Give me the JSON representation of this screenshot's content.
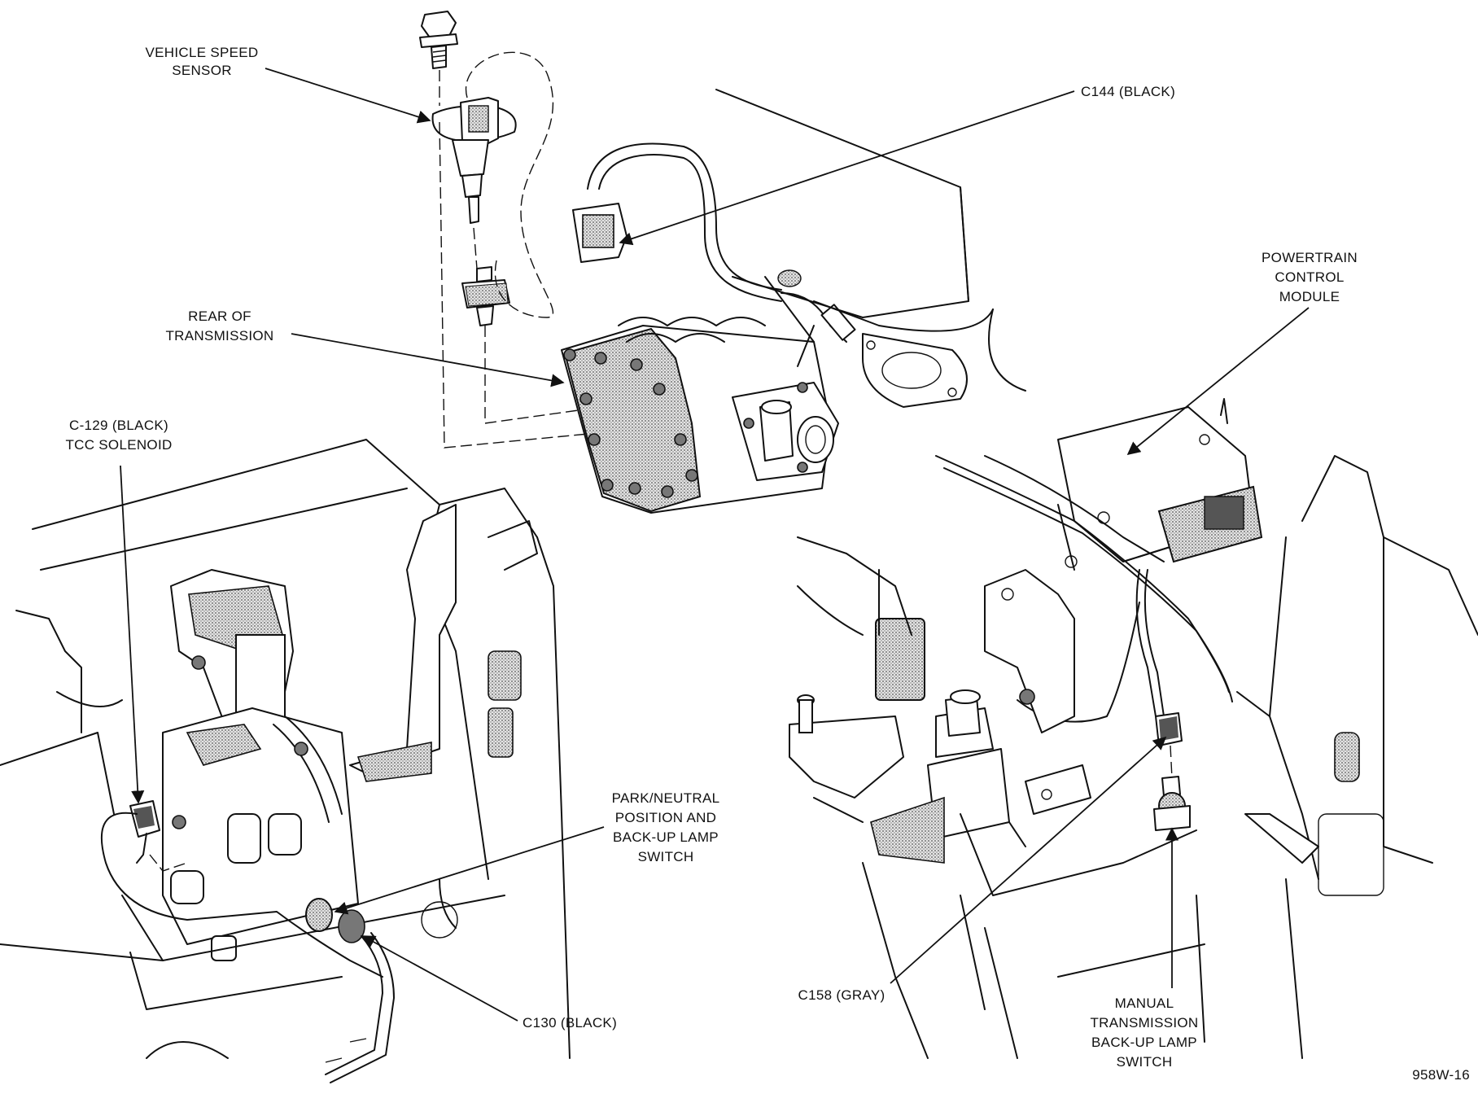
{
  "figure_id": "958W-16",
  "labels": {
    "vehicle_speed_sensor": [
      "VEHICLE SPEED",
      "SENSOR"
    ],
    "c144": "C144 (BLACK)",
    "powertrain_control_module": [
      "POWERTRAIN",
      "CONTROL",
      "MODULE"
    ],
    "rear_of_transmission": [
      "REAR OF",
      "TRANSMISSION"
    ],
    "c129": [
      "C-129 (BLACK)",
      "TCC SOLENOID"
    ],
    "park_neutral_switch": [
      "PARK/NEUTRAL",
      "POSITION AND",
      "BACK-UP LAMP",
      "SWITCH"
    ],
    "c130": "C130 (BLACK)",
    "c158": "C158 (GRAY)",
    "manual_backup_switch": [
      "MANUAL",
      "TRANSMISSION",
      "BACK-UP LAMP",
      "SWITCH"
    ]
  }
}
